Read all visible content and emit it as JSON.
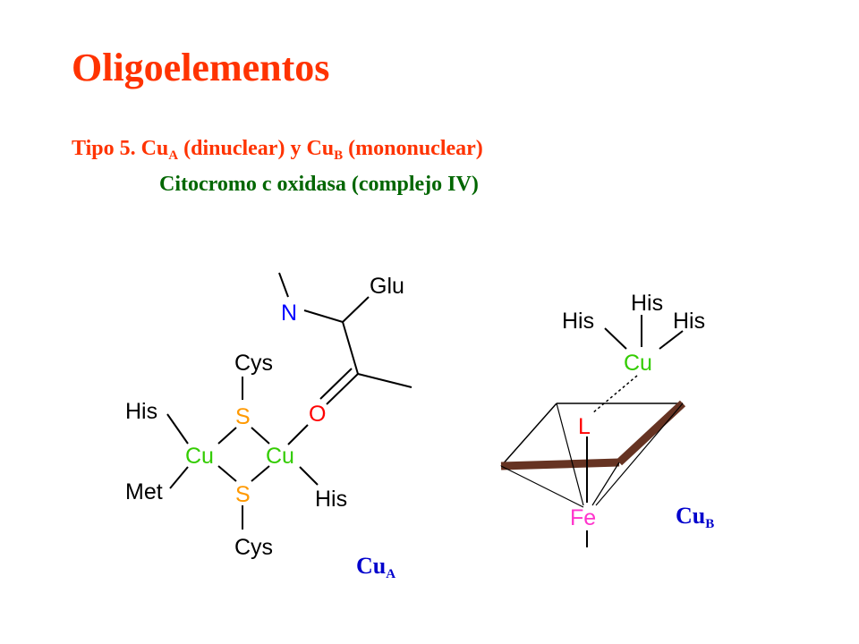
{
  "title": "Oligoelementos",
  "subtitle": {
    "tipo": "Tipo 5.",
    "cu": "Cu",
    "sub_a": "A",
    "dinuclear": "(dinuclear) y",
    "sub_b": "B",
    "mononuclear": "(mononuclear)"
  },
  "subtitle2": "Citocromo c oxidasa (complejo IV)",
  "cua_diagram": {
    "glu": "Glu",
    "n": "N",
    "o": "O",
    "cys_top": "Cys",
    "cys_bottom": "Cys",
    "s_top": "S",
    "s_bottom": "S",
    "cu_left": "Cu",
    "cu_right": "Cu",
    "his_left": "His",
    "his_right": "His",
    "met": "Met",
    "caption_main": "Cu",
    "caption_sub": "A"
  },
  "cub_diagram": {
    "his_left": "His",
    "his_top": "His",
    "his_right": "His",
    "cu": "Cu",
    "l": "L",
    "fe": "Fe",
    "caption_main": "Cu",
    "caption_sub": "B"
  },
  "colors": {
    "title": "#ff3300",
    "subtitle2": "#006600",
    "caption": "#0000cc",
    "sulfur": "#ff9900",
    "copper": "#33cc00",
    "oxygen": "#ff0000",
    "nitrogen": "#0000ff",
    "iron": "#ff33cc",
    "ligand": "#ff0000",
    "heme_plane": "#663322"
  }
}
